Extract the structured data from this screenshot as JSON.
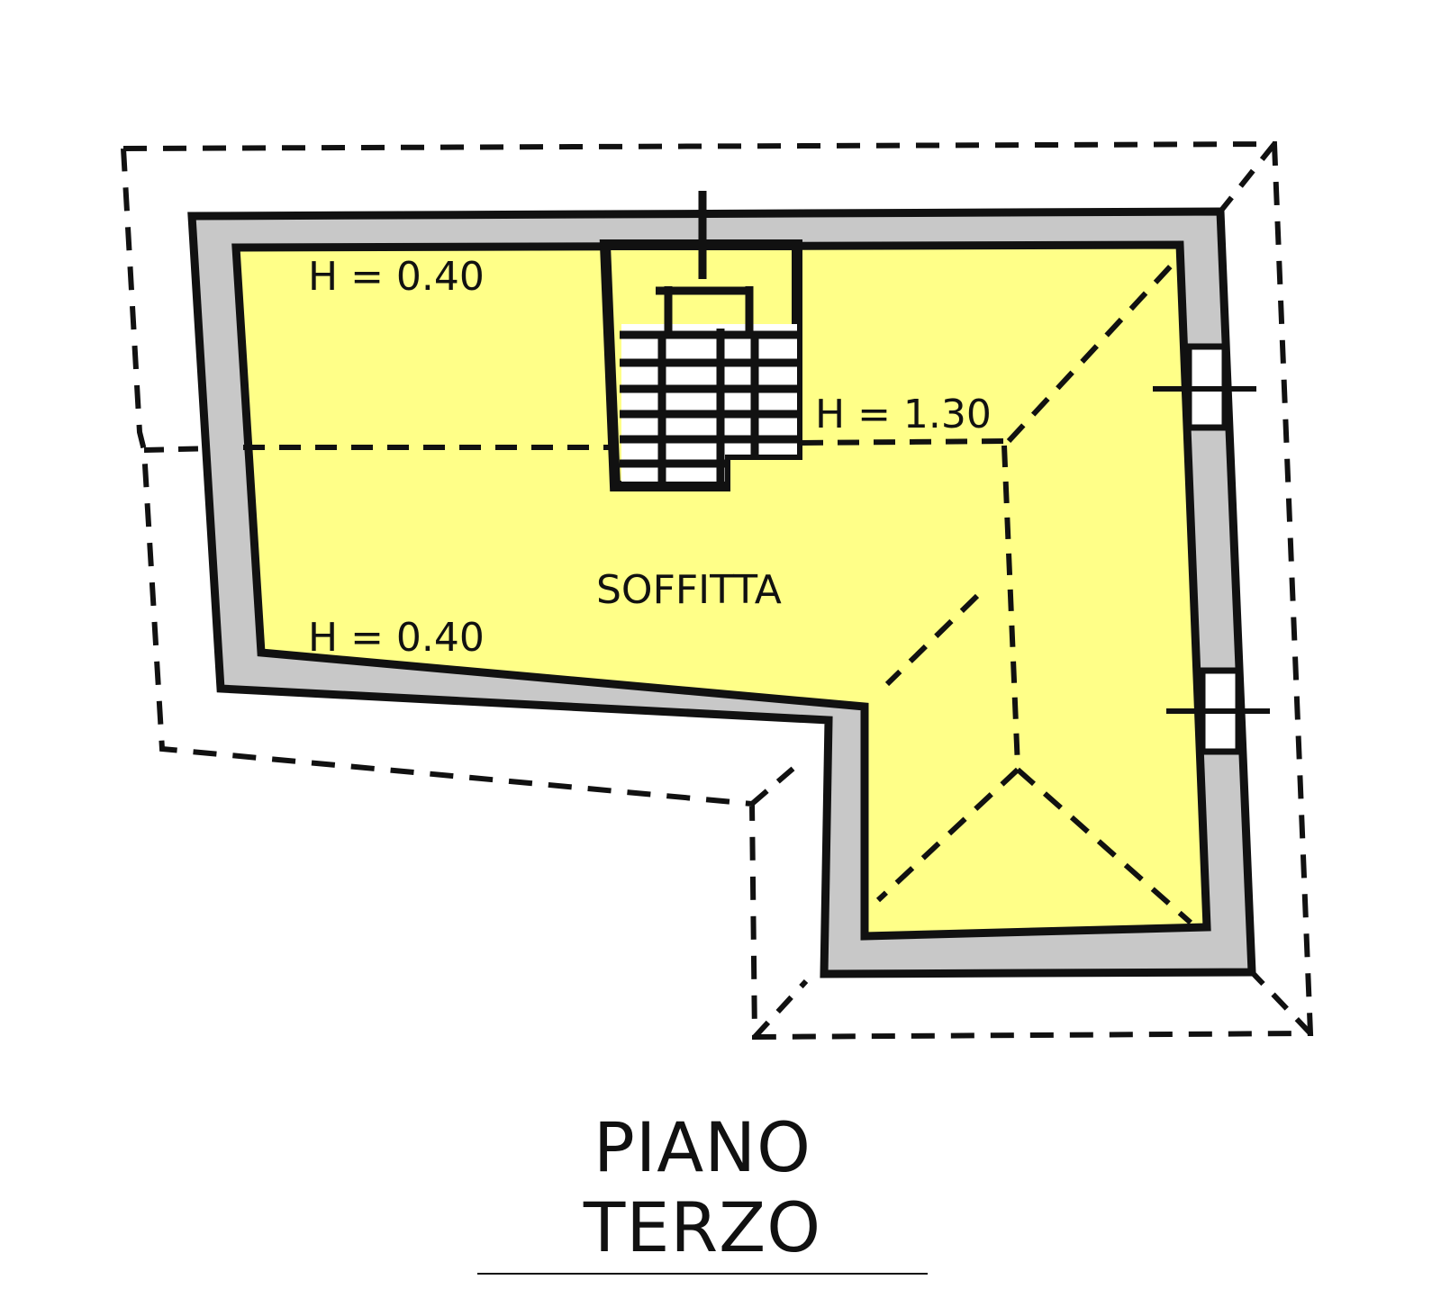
{
  "plan": {
    "room_name": "SOFFITTA",
    "heights": [
      "H = 0.40",
      "H = 1.30",
      "H = 0.40"
    ],
    "floor_title": "PIANO TERZO"
  },
  "colors": {
    "room_fill": "#ffff88",
    "wall_fill": "#c8c8c8",
    "line": "#111111"
  }
}
